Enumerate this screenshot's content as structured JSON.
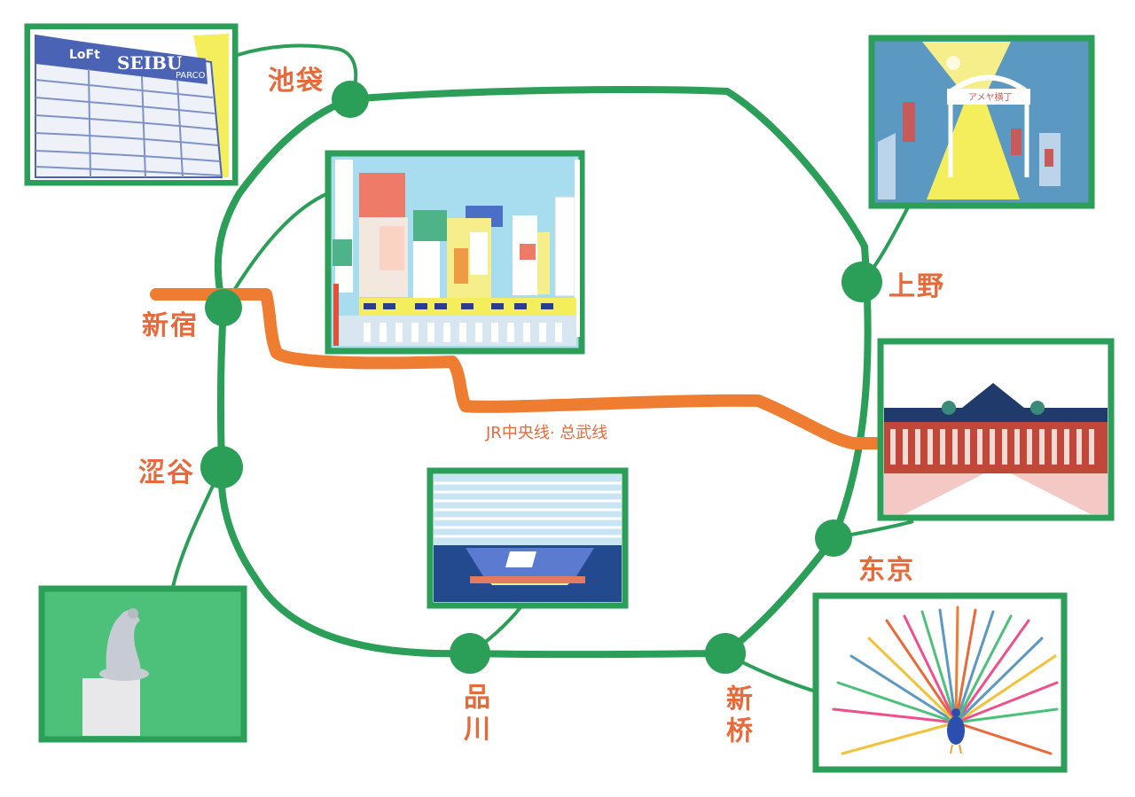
{
  "map": {
    "line_color": "#2b9e58",
    "chuo_line_color": "#ef7d31",
    "label_color": "#e8693a",
    "chuo_line_label": "JR中央线· 总武线",
    "stations": {
      "ikebukuro": "池袋",
      "ueno": "上野",
      "shinjuku": "新宿",
      "shibuya": "涩谷",
      "tokyo": "东京",
      "shinagawa": "品川",
      "shimbashi": "新桥"
    },
    "illustrations": {
      "ikebukuro_sign_loft": "LoFt",
      "ikebukuro_sign_seibu": "SEIBU",
      "ikebukuro_sign_parco": "PARCO",
      "ueno_gate_sign": "アメヤ横丁"
    },
    "icons": {
      "ikebukuro": "department-store-illustration",
      "ueno": "ameyoko-gate-illustration",
      "shinjuku": "city-skyline-illustration",
      "tokyo": "tokyo-station-illustration",
      "shinagawa": "station-building-illustration",
      "shibuya": "hachiko-statue-illustration",
      "shimbashi": "peacock-illustration"
    }
  }
}
